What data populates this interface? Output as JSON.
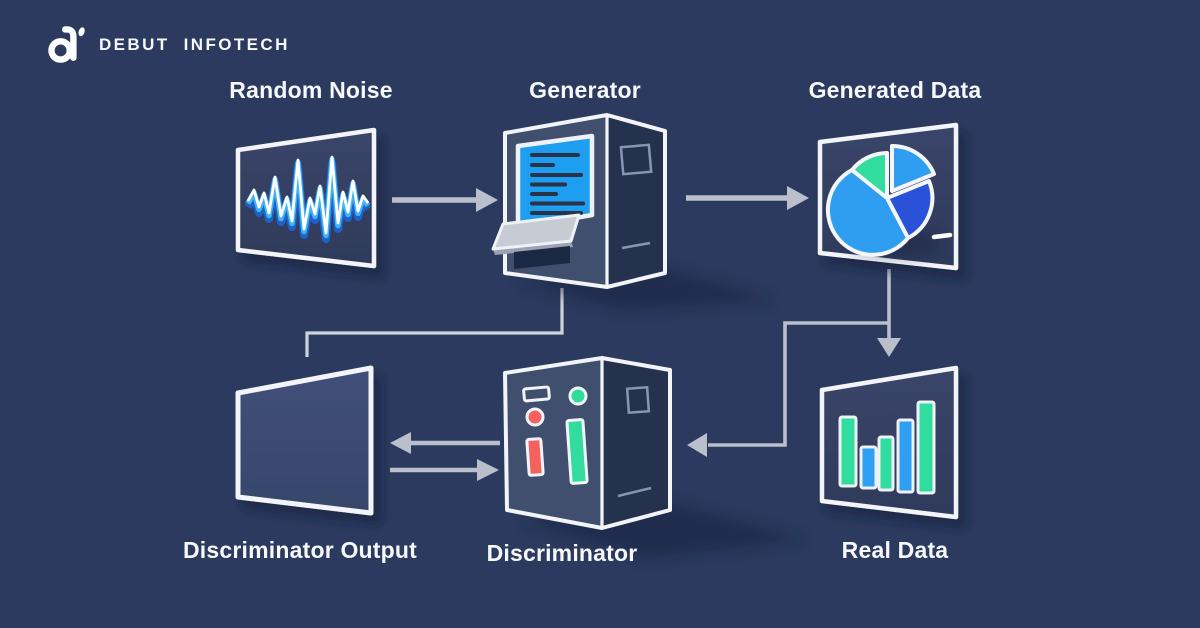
{
  "brand": {
    "logo_text": "DEBUT INFOTECH",
    "logo_icon": "debut-infotech-monogram-icon"
  },
  "nodes": {
    "random_noise": {
      "label": "Random Noise",
      "icon": "waveform-icon"
    },
    "generator": {
      "label": "Generator",
      "icon": "machine-console-icon"
    },
    "generated_data": {
      "label": "Generated Data",
      "icon": "pie-chart-icon"
    },
    "discriminator_output": {
      "label": "Discriminator Output",
      "icon": "blank-screen-icon"
    },
    "discriminator": {
      "label": "Discriminator",
      "icon": "machine-indicators-icon"
    },
    "real_data": {
      "label": "Real Data",
      "icon": "bar-chart-icon"
    }
  },
  "edges": [
    {
      "from": "random_noise",
      "to": "generator",
      "type": "arrow"
    },
    {
      "from": "generator",
      "to": "generated_data",
      "type": "arrow"
    },
    {
      "from": "generator",
      "to": "discriminator_output",
      "type": "elbow-line"
    },
    {
      "from": "generated_data",
      "to": "real_data",
      "type": "arrow-down"
    },
    {
      "from": "generated_data",
      "to": "discriminator",
      "type": "elbow-arrow"
    },
    {
      "from": "discriminator",
      "to": "discriminator_output",
      "type": "arrow"
    },
    {
      "from": "discriminator_output",
      "to": "discriminator",
      "type": "arrow"
    }
  ],
  "colors": {
    "background": "#2b3a5e",
    "text": "#f6f8fa",
    "panel_fill": "#343f62",
    "panel_fill_light": "#3e4c6f",
    "panel_stroke": "#f2f4f8",
    "machine_front": "#414f6f",
    "machine_side": "#24324e",
    "arrow": "#bac0cb",
    "screen_blue": "#1d9ef0",
    "pie_light_blue": "#2f9ef0",
    "pie_dark_blue": "#2a52d8",
    "green": "#30dc9e",
    "red": "#f4625f"
  }
}
